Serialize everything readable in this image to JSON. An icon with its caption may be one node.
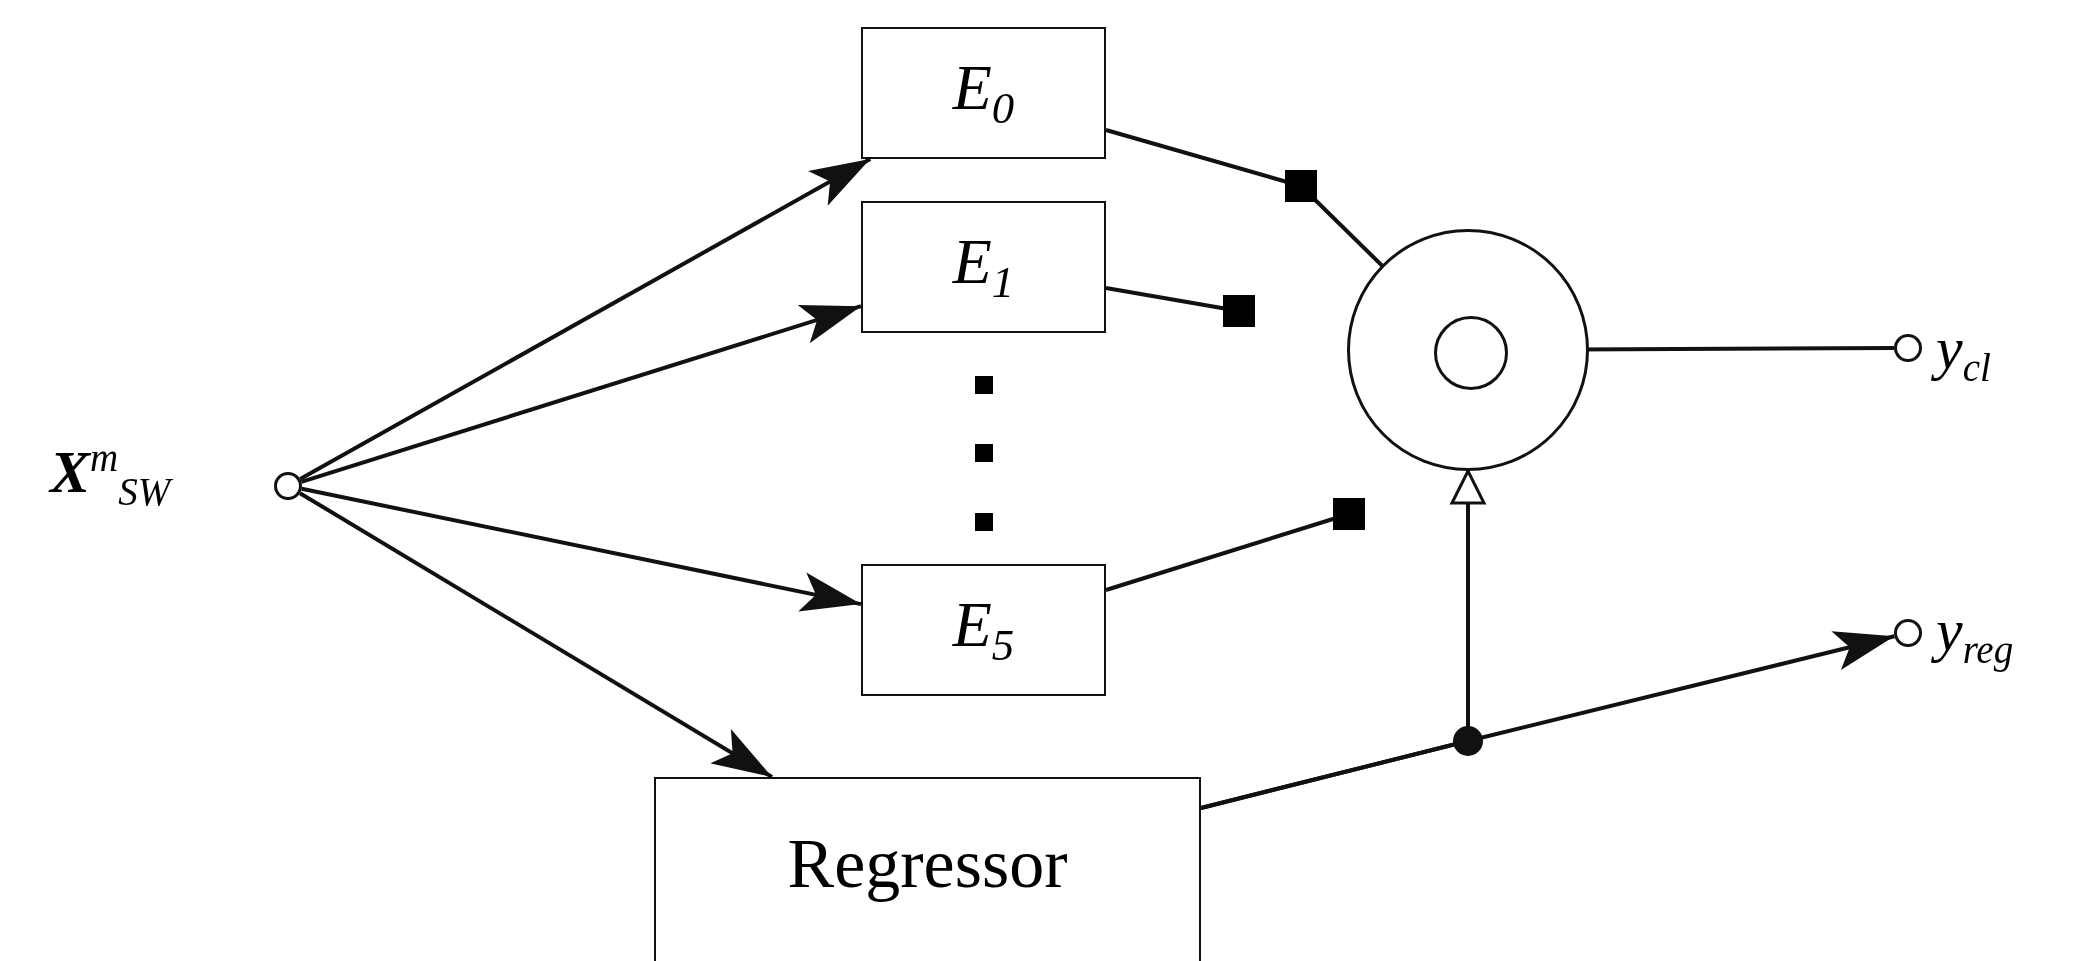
{
  "diagram": {
    "nodes": [
      {
        "text": [],
        "shape": "circle",
        "beside": [
          "**X**$^{m}$$_{SW}$"
        ]
      },
      {
        "text": [
          "E$_{0}$"
        ]
      },
      {
        "text": [
          "E$_{1}$"
        ]
      },
      {
        "text": [
          "E$_{5}$"
        ]
      },
      {
        "text": [
          "Regressor"
        ]
      },
      {
        "text": [],
        "shape": "circle"
      },
      {
        "text": [],
        "shape": "circle",
        "in": 5
      },
      {
        "text": [],
        "shape": "box"
      },
      {
        "text": [],
        "shape": "box"
      },
      {
        "text": [],
        "shape": "box"
      },
      {
        "text": [],
        "shape": "circle",
        "beside": [
          "y$_{cl}$"
        ]
      },
      {
        "text": [],
        "shape": "circle",
        "beside": [
          "y$_{reg}$"
        ]
      }
    ],
    "edges": [
      {
        "from": 0,
        "to": 1,
        "arrow": "to"
      },
      {
        "from": 0,
        "to": 2,
        "arrow": "to"
      },
      {
        "from": 0,
        "to": 3,
        "arrow": "to"
      },
      {
        "from": 0,
        "to": 4,
        "arrow": "to"
      },
      {
        "from": 1,
        "to": 7,
        "arrow": "none"
      },
      {
        "from": 2,
        "to": 8,
        "arrow": "none"
      },
      {
        "from": 3,
        "to": 9,
        "arrow": "none"
      },
      {
        "from": 7,
        "to": 6,
        "arrow": "none"
      },
      {
        "from": 6,
        "to": 10,
        "arrow": "none"
      },
      {
        "from": 4,
        "to": 11,
        "arrow": "to"
      },
      {
        "from": 4,
        "to": 5,
        "arrow": "to"
      }
    ]
  }
}
